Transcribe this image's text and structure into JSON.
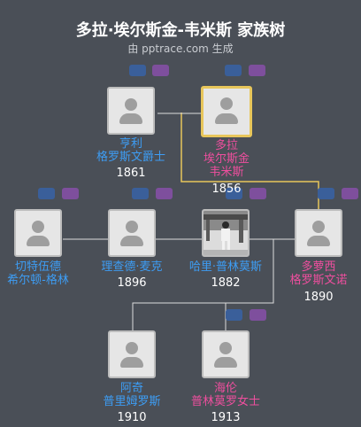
{
  "header": {
    "title": "多拉·埃尔斯金-韦米斯 家族树",
    "subtitle": "由 pptrace.com 生成"
  },
  "colors": {
    "background": "#4a4f57",
    "male": "#3d9df4",
    "female": "#ee4f9e",
    "highlight_link": "#e8c65b",
    "link": "#dcdcdc"
  },
  "people": [
    {
      "id": "henry",
      "name_lines": [
        "亨利",
        "格罗斯文爵士"
      ],
      "year": "1861",
      "gender": "male"
    },
    {
      "id": "dora",
      "name_lines": [
        "多拉",
        "埃尔斯金",
        "韦米斯"
      ],
      "year": "1856",
      "gender": "female",
      "focus": true
    },
    {
      "id": "chetwode",
      "name_lines": [
        "切特伍德",
        "希尔顿-格林"
      ],
      "year": "",
      "gender": "male"
    },
    {
      "id": "richard",
      "name_lines": [
        "理查德·麦克"
      ],
      "year": "1896",
      "gender": "male"
    },
    {
      "id": "harry",
      "name_lines": [
        "哈里·普林莫斯"
      ],
      "year": "1882",
      "gender": "male",
      "photo": true
    },
    {
      "id": "dorothy",
      "name_lines": [
        "多萝西",
        "格罗斯文诺"
      ],
      "year": "1890",
      "gender": "female"
    },
    {
      "id": "archie",
      "name_lines": [
        "阿奇",
        "普里姆罗斯"
      ],
      "year": "1910",
      "gender": "male"
    },
    {
      "id": "helen",
      "name_lines": [
        "海伦",
        "普林莫罗女士"
      ],
      "year": "1913",
      "gender": "female"
    }
  ]
}
